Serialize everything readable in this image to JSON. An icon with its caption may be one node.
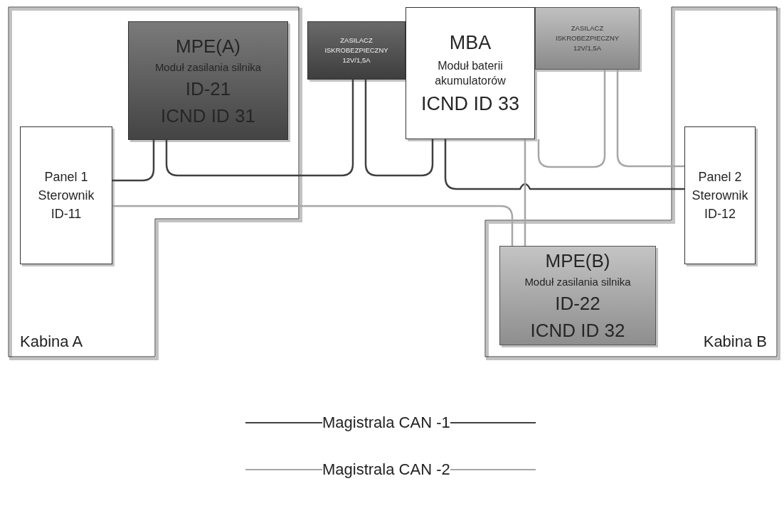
{
  "diagram": {
    "nodes": [
      {
        "text": [
          "Kabina A"
        ]
      },
      {
        "text": [
          "MPE(A)",
          "Moduł zasilania silnika",
          "ID-21",
          "ICND ID 31"
        ],
        "in": 0
      },
      {
        "text": [
          "Panel 1 Sterownik ID-11"
        ],
        "in": 0
      },
      {
        "text": [
          "ZASILACZ ISKROBEZPIECZNY 12V/1,5A"
        ]
      },
      {
        "text": [
          "MBA",
          "Moduł baterii akumulatorów",
          "ICND ID 33"
        ]
      },
      {
        "text": [
          "ZASILACZ ISKROBEZPIECZNY 12V/1,5A"
        ]
      },
      {
        "text": [
          "Kabina B"
        ]
      },
      {
        "text": [
          "Panel 2 Sterownik ID-12"
        ],
        "in": 6
      },
      {
        "text": [
          "MPE(B)",
          "Moduł zasilania silnika",
          "ID-22",
          "ICND ID 32"
        ],
        "in": 6
      }
    ],
    "edges": [
      {
        "from": 2,
        "to": 1,
        "arrow": "none"
      },
      {
        "from": 1,
        "to": 3,
        "arrow": "none"
      },
      {
        "from": 3,
        "to": 4,
        "arrow": "none"
      },
      {
        "from": 4,
        "to": 7,
        "arrow": "none"
      },
      {
        "from": 2,
        "to": 8,
        "arrow": "none",
        "color": "#a6a6a6"
      },
      {
        "from": 4,
        "to": 8,
        "arrow": "none",
        "color": "#a6a6a6"
      },
      {
        "from": 4,
        "to": 5,
        "arrow": "none",
        "color": "#a6a6a6"
      },
      {
        "from": 5,
        "to": 7,
        "arrow": "none",
        "color": "#a6a6a6"
      }
    ],
    "legend": [
      {
        "text": "Magistrala CAN -1"
      },
      {
        "text": "Magistrala CAN -2"
      }
    ]
  }
}
